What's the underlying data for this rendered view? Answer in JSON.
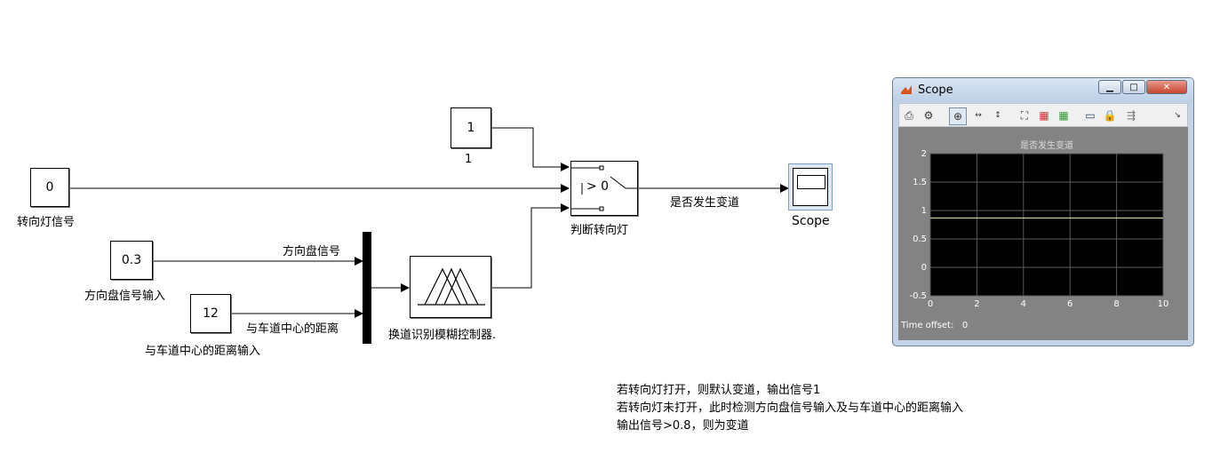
{
  "blocks": {
    "const_one": {
      "value": "1",
      "label": "1"
    },
    "const_turn": {
      "value": "0",
      "label": "转向灯信号"
    },
    "const_steer": {
      "value": "0.3",
      "label": "方向盘信号输入"
    },
    "const_dist": {
      "value": "12",
      "label": "与车道中心的距离输入"
    },
    "switch": {
      "threshold": "> 0",
      "label": "判断转向灯"
    },
    "fuzzy": {
      "label": "换道识别模糊控制器."
    },
    "scope": {
      "label": "Scope"
    }
  },
  "signals": {
    "steer": "方向盘信号",
    "dist": "与车道中心的距离",
    "output": "是否发生变道"
  },
  "notes": [
    "若转向灯打开，则默认变道，输出信号1",
    "若转向灯未打开，此时检测方向盘信号输入及与车道中心的距离输入",
    "输出信号>0.8，则为变道"
  ],
  "scope_window": {
    "title": "Scope",
    "toolbar_icons": [
      "print-icon",
      "settings-icon",
      "zoom-in-icon",
      "zoom-x-icon",
      "zoom-y-icon",
      "autoscale-icon",
      "save-axes-icon",
      "restore-axes-icon",
      "floating-scope-icon",
      "lock-icon",
      "signal-selection-icon",
      "dock-arrow-icon"
    ],
    "time_offset_label": "Time offset:",
    "time_offset_value": "0",
    "colors": {
      "plot_bg": "#000000",
      "frame_bg": "#838383",
      "trace": "#f2f2a8",
      "grid": "#5a5a5a"
    }
  },
  "chart_data": {
    "type": "line",
    "title": "是否发生变道",
    "xlim": [
      0,
      10
    ],
    "ylim": [
      -0.5,
      2
    ],
    "x_ticks": [
      "0",
      "2",
      "4",
      "6",
      "8",
      "10"
    ],
    "y_ticks": [
      "2",
      "1.5",
      "1",
      "0.5",
      "0",
      "-0.5"
    ],
    "grid": true,
    "series": [
      {
        "x": [
          0,
          10
        ],
        "y": [
          0.87,
          0.87
        ]
      }
    ]
  }
}
